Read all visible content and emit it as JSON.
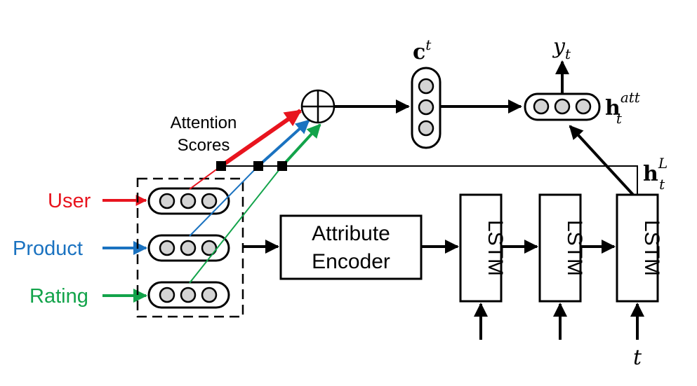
{
  "inputs": {
    "user": {
      "label": "User",
      "color": "#e8141e"
    },
    "product": {
      "label": "Product",
      "color": "#1a72c0"
    },
    "rating": {
      "label": "Rating",
      "color": "#12a34a"
    }
  },
  "attention_label": {
    "line1": "Attention",
    "line2": "Scores"
  },
  "encoder": {
    "line1": "Attribute",
    "line2": "Encoder"
  },
  "lstm": {
    "label": "LSTM"
  },
  "math": {
    "c": "c",
    "c_sup": "t",
    "y": "y",
    "y_sub": "t",
    "h_att": "h",
    "h_att_sub": "t",
    "h_att_sup": "att",
    "h_L": "h",
    "h_L_sub": "t",
    "h_L_sup": "L",
    "t_input": "t"
  },
  "colors": {
    "stroke": "#000000",
    "node_fill": "#d4d4d4"
  }
}
